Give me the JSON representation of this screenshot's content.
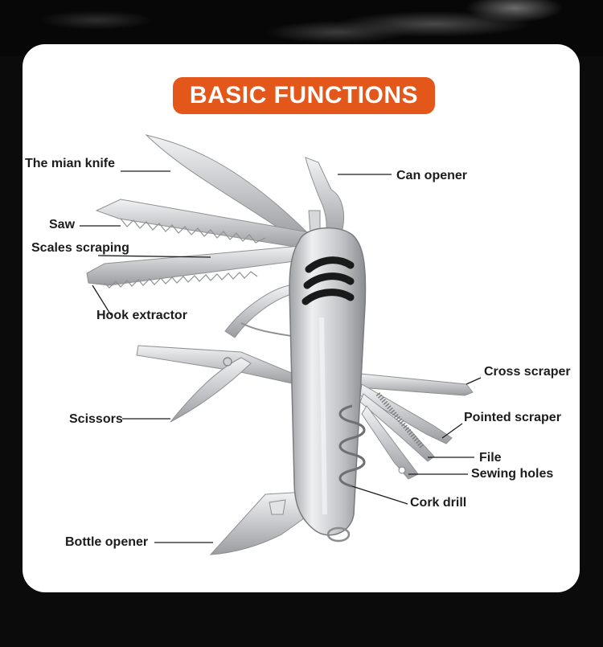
{
  "title": "BASIC FUNCTIONS",
  "product_image": "stainless-steel multi-function pocket knife with tools fanned out",
  "labels": {
    "main_knife": "The mian knife",
    "saw": "Saw",
    "scales_scraping": "Scales scraping",
    "hook_extractor": "Hook extractor",
    "scissors": "Scissors",
    "bottle_opener": "Bottle opener",
    "can_opener": "Can opener",
    "cross_scraper": "Cross scraper",
    "pointed_scraper": "Pointed scraper",
    "file": "File",
    "sewing_holes": "Sewing holes",
    "cork_drill": "Cork drill"
  },
  "colors": {
    "accent": "#e4571a",
    "card": "#ffffff",
    "background": "#0b0b0c",
    "text": "#1c1c1c"
  }
}
